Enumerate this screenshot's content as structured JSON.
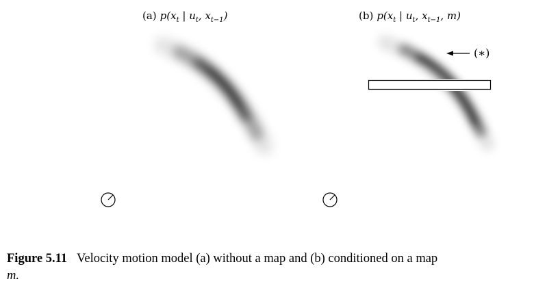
{
  "panels": [
    {
      "id": "a",
      "prefix": "(a)",
      "formula_parts": [
        "p(x",
        "t",
        " | u",
        "t",
        ", x",
        "t−1",
        ")"
      ],
      "has_map": false
    },
    {
      "id": "b",
      "prefix": "(b)",
      "formula_parts": [
        "p(x",
        "t",
        " | u",
        "t",
        ", x",
        "t−1",
        ", m)"
      ],
      "has_map": true,
      "annotation": "(∗)"
    }
  ],
  "caption": {
    "figure_number": "Figure 5.11",
    "text": "Velocity motion model (a) without a map and (b) conditioned on a map",
    "tail": "m."
  },
  "colors": {
    "density": "#000000",
    "outline": "#000000"
  }
}
